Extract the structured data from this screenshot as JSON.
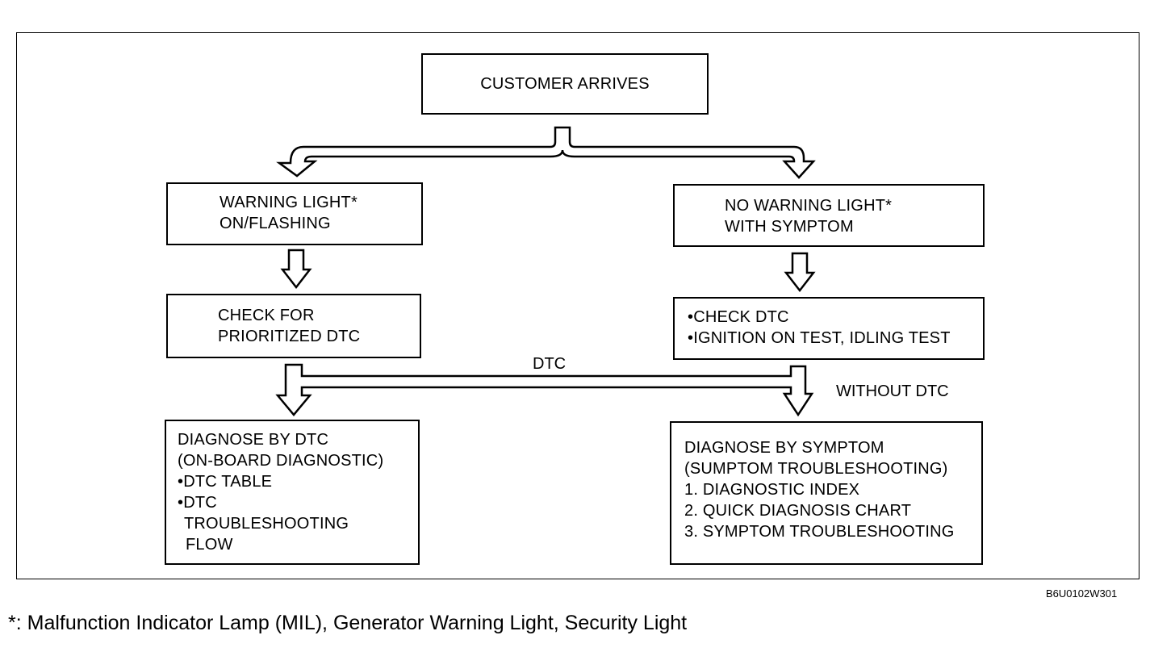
{
  "nodes": {
    "customer_arrives": [
      "CUSTOMER ARRIVES"
    ],
    "warning_light_on": [
      "WARNING LIGHT*",
      "ON/FLASHING"
    ],
    "no_warning_light": [
      "NO WARNING LIGHT*",
      "WITH SYMPTOM"
    ],
    "check_prioritized_dtc": [
      "CHECK FOR",
      "PRIORITIZED DTC"
    ],
    "check_dtc_tests": [
      "•CHECK DTC",
      "•IGNITION ON TEST, IDLING TEST"
    ],
    "diagnose_by_dtc": [
      "DIAGNOSE BY DTC",
      "(ON-BOARD DIAGNOSTIC)",
      "•DTC TABLE",
      "•DTC",
      "TROUBLESHOOTING",
      "FLOW"
    ],
    "diagnose_by_symptom": [
      "DIAGNOSE BY SYMPTOM",
      "(SUMPTOM TROUBLESHOOTING)",
      "1. DIAGNOSTIC INDEX",
      "2. QUICK DIAGNOSIS CHART",
      "3. SYMPTOM TROUBLESHOOTING"
    ]
  },
  "edge_labels": {
    "dtc": "DTC",
    "without_dtc": "WITHOUT DTC"
  },
  "figure_code": "B6U0102W301",
  "footnote": "*: Malfunction Indicator Lamp (MIL), Generator Warning Light, Security Light"
}
